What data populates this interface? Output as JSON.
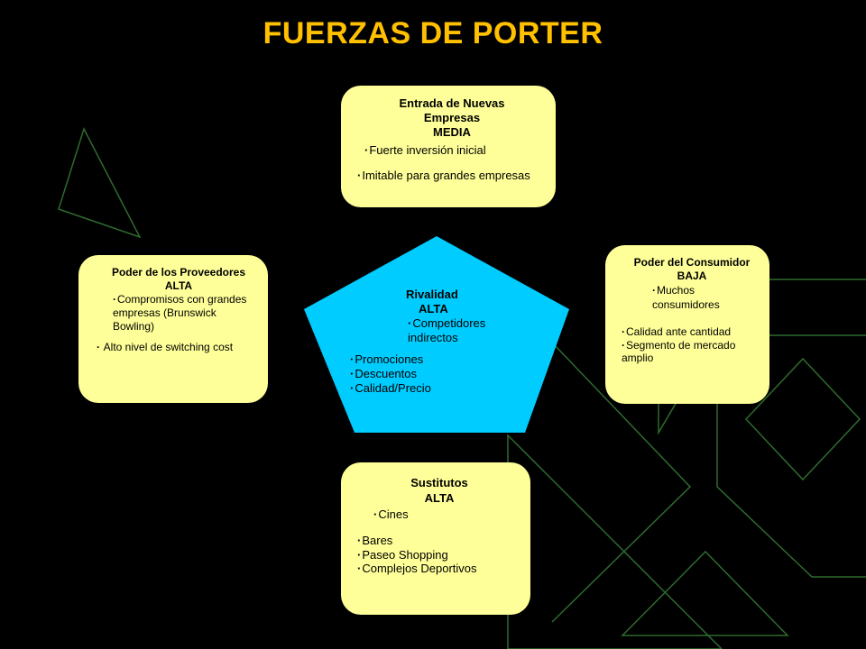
{
  "title": "FUERZAS DE PORTER",
  "colors": {
    "background": "#000000",
    "title": "#ffc000",
    "box_fill": "#ffff99",
    "pentagon_fill": "#00ccff",
    "decor_lines": "#2e6b2e"
  },
  "forces": {
    "entrants": {
      "heading": [
        "Entrada de Nuevas",
        "Empresas",
        "MEDIA"
      ],
      "bullets": [
        "Fuerte inversión inicial",
        "Imitable para grandes empresas"
      ]
    },
    "suppliers": {
      "heading": [
        "Poder de los Proveedores",
        "ALTA"
      ],
      "bullets": [
        "Compromisos con grandes empresas (Brunswick Bowling)",
        " Alto nivel de switching cost"
      ]
    },
    "buyers": {
      "heading": [
        "Poder del Consumidor",
        "BAJA"
      ],
      "bullets": [
        "Muchos consumidores",
        "Calidad ante cantidad",
        "Segmento de mercado amplio"
      ]
    },
    "rivalry": {
      "heading": [
        "Rivalidad",
        "ALTA"
      ],
      "bullets": [
        "Competidores indirectos",
        "Promociones",
        "Descuentos",
        "Calidad/Precio"
      ]
    },
    "substitutes": {
      "heading": [
        "Sustitutos",
        "ALTA"
      ],
      "bullets": [
        "Cines",
        "Bares",
        "Paseo Shopping",
        "Complejos Deportivos"
      ]
    }
  }
}
